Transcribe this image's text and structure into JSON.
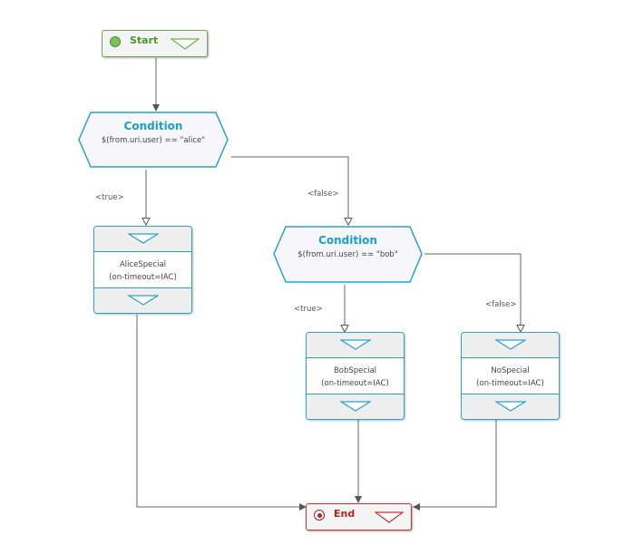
{
  "start": {
    "label": "Start"
  },
  "end": {
    "label": "End"
  },
  "conditions": [
    {
      "title": "Condition",
      "expr": "$(from.uri.user) == \"alice\""
    },
    {
      "title": "Condition",
      "expr": "$(from.uri.user) == \"bob\""
    }
  ],
  "actions": [
    {
      "name": "AliceSpecial",
      "option": "(on-timeout=IAC)"
    },
    {
      "name": "BobSpecial",
      "option": "(on-timeout=IAC)"
    },
    {
      "name": "NoSpecial",
      "option": "(on-timeout=IAC)"
    }
  ],
  "edge_labels": {
    "alice_true": "<true>",
    "alice_false": "<false>",
    "bob_true": "<true>",
    "bob_false": "<false>"
  },
  "colors": {
    "start_border": "#6ab04c",
    "end_border": "#cc2f2f",
    "condition_border": "#2aa2cc",
    "condition_title": "#1aa0cc",
    "action_border": "#2aa2cc",
    "connector": "#666666"
  }
}
